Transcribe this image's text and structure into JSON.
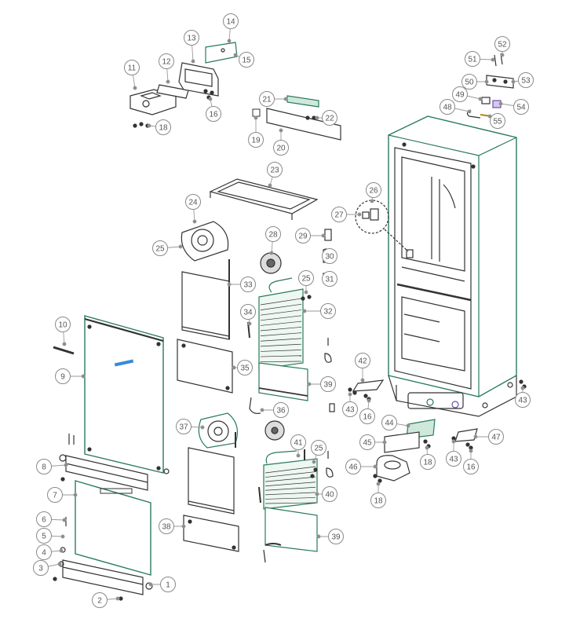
{
  "diagram": {
    "accent_color": "#1e8f6a",
    "line_color": "#333333",
    "callout_color": "#8a8a8a",
    "callouts": [
      {
        "id": "c1",
        "label": "1"
      },
      {
        "id": "c2",
        "label": "2"
      },
      {
        "id": "c3",
        "label": "3"
      },
      {
        "id": "c4",
        "label": "4"
      },
      {
        "id": "c5",
        "label": "5"
      },
      {
        "id": "c6",
        "label": "6"
      },
      {
        "id": "c7",
        "label": "7"
      },
      {
        "id": "c8",
        "label": "8"
      },
      {
        "id": "c9",
        "label": "9"
      },
      {
        "id": "c10",
        "label": "10"
      },
      {
        "id": "c11",
        "label": "11"
      },
      {
        "id": "c12",
        "label": "12"
      },
      {
        "id": "c13",
        "label": "13"
      },
      {
        "id": "c14",
        "label": "14"
      },
      {
        "id": "c15",
        "label": "15"
      },
      {
        "id": "c16a",
        "label": "16"
      },
      {
        "id": "c16b",
        "label": "16"
      },
      {
        "id": "c16c",
        "label": "16"
      },
      {
        "id": "c18a",
        "label": "18"
      },
      {
        "id": "c18b",
        "label": "18"
      },
      {
        "id": "c18c",
        "label": "18"
      },
      {
        "id": "c19",
        "label": "19"
      },
      {
        "id": "c20",
        "label": "20"
      },
      {
        "id": "c21",
        "label": "21"
      },
      {
        "id": "c22",
        "label": "22"
      },
      {
        "id": "c23",
        "label": "23"
      },
      {
        "id": "c24",
        "label": "24"
      },
      {
        "id": "c25a",
        "label": "25"
      },
      {
        "id": "c25b",
        "label": "25"
      },
      {
        "id": "c25c",
        "label": "25"
      },
      {
        "id": "c26",
        "label": "26"
      },
      {
        "id": "c27",
        "label": "27"
      },
      {
        "id": "c28",
        "label": "28"
      },
      {
        "id": "c29",
        "label": "29"
      },
      {
        "id": "c30",
        "label": "30"
      },
      {
        "id": "c31",
        "label": "31"
      },
      {
        "id": "c32",
        "label": "32"
      },
      {
        "id": "c33",
        "label": "33"
      },
      {
        "id": "c34",
        "label": "34"
      },
      {
        "id": "c35",
        "label": "35"
      },
      {
        "id": "c36",
        "label": "36"
      },
      {
        "id": "c37",
        "label": "37"
      },
      {
        "id": "c38",
        "label": "38"
      },
      {
        "id": "c39a",
        "label": "39"
      },
      {
        "id": "c39b",
        "label": "39"
      },
      {
        "id": "c40",
        "label": "40"
      },
      {
        "id": "c41",
        "label": "41"
      },
      {
        "id": "c42",
        "label": "42"
      },
      {
        "id": "c43a",
        "label": "43"
      },
      {
        "id": "c43b",
        "label": "43"
      },
      {
        "id": "c43c",
        "label": "43"
      },
      {
        "id": "c44",
        "label": "44"
      },
      {
        "id": "c45",
        "label": "45"
      },
      {
        "id": "c46",
        "label": "46"
      },
      {
        "id": "c47",
        "label": "47"
      },
      {
        "id": "c48",
        "label": "48"
      },
      {
        "id": "c49",
        "label": "49"
      },
      {
        "id": "c50",
        "label": "50"
      },
      {
        "id": "c51",
        "label": "51"
      },
      {
        "id": "c52",
        "label": "52"
      },
      {
        "id": "c53",
        "label": "53"
      },
      {
        "id": "c54",
        "label": "54"
      },
      {
        "id": "c55",
        "label": "55"
      }
    ]
  }
}
